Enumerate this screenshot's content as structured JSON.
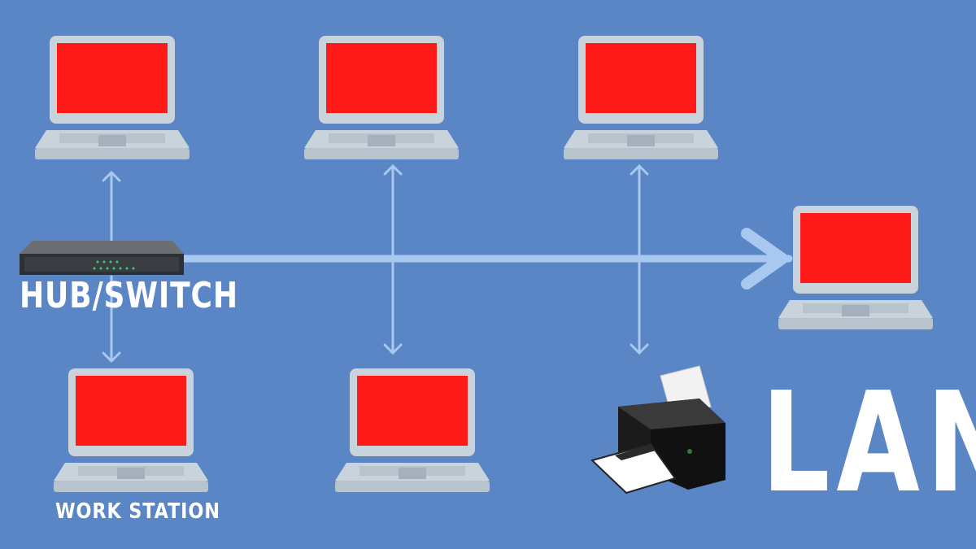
{
  "labels": {
    "hub_switch": "HUB/SWITCH",
    "work_station": "WORK STATION",
    "lan": "LAN"
  },
  "colors": {
    "background": "#5a86c6",
    "screen": "#ff1a1a",
    "laptop_body": "#c9d3dc",
    "laptop_base": "#b7c3cd",
    "connector": "#a8c8f0",
    "label": "#ffffff"
  },
  "icons": [
    "laptop-icon",
    "printer-icon",
    "hub-switch-icon",
    "arrow-icon"
  ]
}
